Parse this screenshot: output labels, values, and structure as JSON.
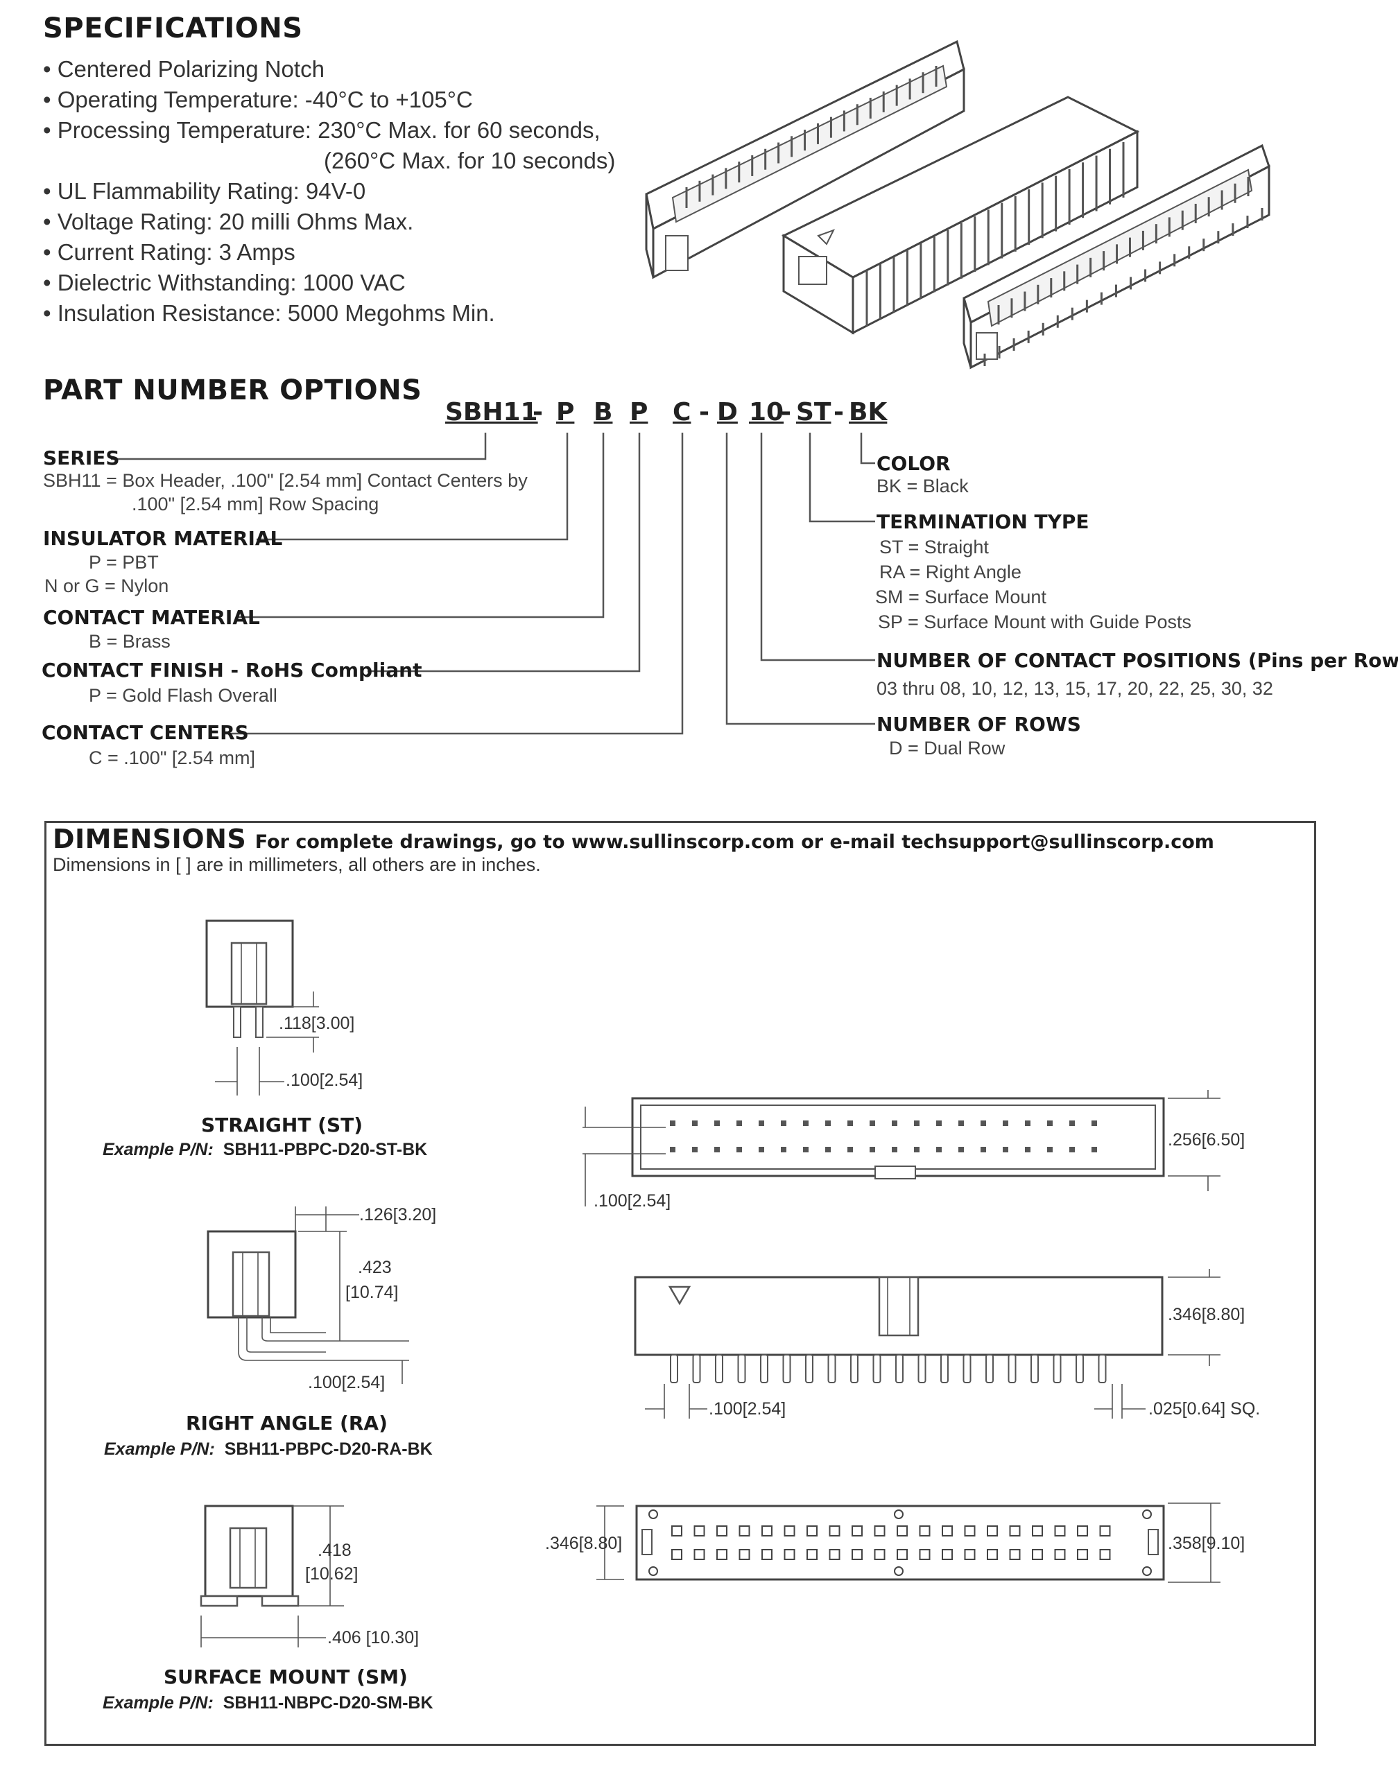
{
  "specifications": {
    "title": "SPECIFICATIONS",
    "items": [
      "• Centered Polarizing Notch",
      "• Operating Temperature: -40°C to +105°C",
      "• Processing Temperature: 230°C Max. for 60 seconds,",
      "(260°C Max. for 10 seconds)",
      "• UL Flammability Rating: 94V-0",
      "• Voltage Rating: 20 milli Ohms Max.",
      "• Current Rating: 3 Amps",
      "• Dielectric Withstanding: 1000 VAC",
      "• Insulation Resistance: 5000 Megohms Min."
    ]
  },
  "part_number": {
    "title": "PART NUMBER OPTIONS",
    "segments": [
      "SBH11",
      "-",
      "P",
      "B",
      "P",
      "C",
      "-",
      "D",
      "10",
      "-",
      "ST",
      "-",
      "BK"
    ],
    "left_groups": [
      {
        "label": "SERIES",
        "options": [
          "SBH11  =  Box Header, .100\" [2.54 mm] Contact Centers by",
          ".100\" [2.54 mm] Row Spacing"
        ]
      },
      {
        "label": "INSULATOR MATERIAL",
        "options": [
          "P  =  PBT",
          "N or G  =  Nylon"
        ]
      },
      {
        "label": "CONTACT MATERIAL",
        "options": [
          "B  =  Brass"
        ]
      },
      {
        "label": "CONTACT FINISH - RoHS Compliant",
        "options": [
          "P  =  Gold Flash Overall"
        ]
      },
      {
        "label": "CONTACT CENTERS",
        "options": [
          "C  =  .100\" [2.54 mm]"
        ]
      }
    ],
    "right_groups": [
      {
        "label": "COLOR",
        "options": [
          "BK  =  Black"
        ]
      },
      {
        "label": "TERMINATION TYPE",
        "options": [
          "ST  =  Straight",
          "RA  =  Right Angle",
          "SM  =  Surface Mount",
          "SP  =  Surface Mount with Guide Posts"
        ]
      },
      {
        "label": "NUMBER OF CONTACT POSITIONS (Pins per Row)",
        "options": [
          "03 thru 08, 10, 12, 13, 15, 17, 20, 22, 25, 30, 32"
        ]
      },
      {
        "label": "NUMBER OF ROWS",
        "options": [
          "D  =  Dual Row"
        ]
      }
    ]
  },
  "dimensions": {
    "title": "DIMENSIONS",
    "subtitle": "For complete drawings, go to www.sullinscorp.com or e-mail techsupport@sullinscorp.com",
    "note": "Dimensions in [ ] are in millimeters, all others are in inches.",
    "straight": {
      "caption": "STRAIGHT (ST)",
      "example_label": "Example P/N:",
      "example_pn": "SBH11-PBPC-D20-ST-BK",
      "dims": [
        ".118[3.00]",
        ".100[2.54]"
      ]
    },
    "right_angle": {
      "caption": "RIGHT ANGLE (RA)",
      "example_label": "Example P/N:",
      "example_pn": "SBH11-PBPC-D20-RA-BK",
      "dims": [
        ".126[3.20]",
        ".423",
        "[10.74]",
        ".100[2.54]"
      ]
    },
    "surface_mount": {
      "caption": "SURFACE MOUNT (SM)",
      "example_label": "Example P/N:",
      "example_pn": "SBH11-NBPC-D20-SM-BK",
      "dims": [
        ".418",
        "[10.62]",
        ".406 [10.30]"
      ]
    },
    "top_view": {
      "dims": [
        ".256[6.50]",
        ".100[2.54]"
      ]
    },
    "side_view": {
      "dims": [
        ".346[8.80]",
        ".100[2.54]",
        ".025[0.64] SQ."
      ]
    },
    "bottom_view": {
      "dims": [
        ".346[8.80]",
        ".358[9.10]"
      ]
    }
  }
}
